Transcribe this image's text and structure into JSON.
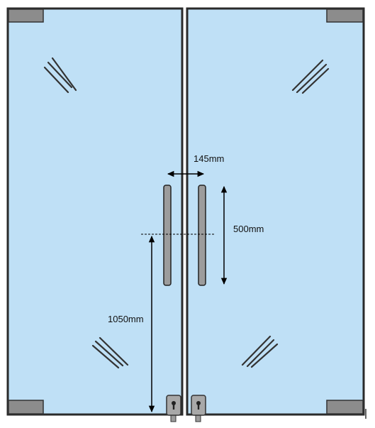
{
  "diagram": {
    "dimensions": {
      "handle_spacing": "145mm",
      "handle_length": "500mm",
      "handle_height": "1050mm"
    },
    "colors": {
      "glass": "#bfe0f6",
      "frame": "#2a2a2a",
      "patch_fitting": "#8c8c8c",
      "handle": "#9c9c9c",
      "line": "#000000"
    },
    "components": {
      "doors": 2,
      "pull_handles": 2,
      "floor_locks": 2,
      "corner_patches": 4
    }
  }
}
